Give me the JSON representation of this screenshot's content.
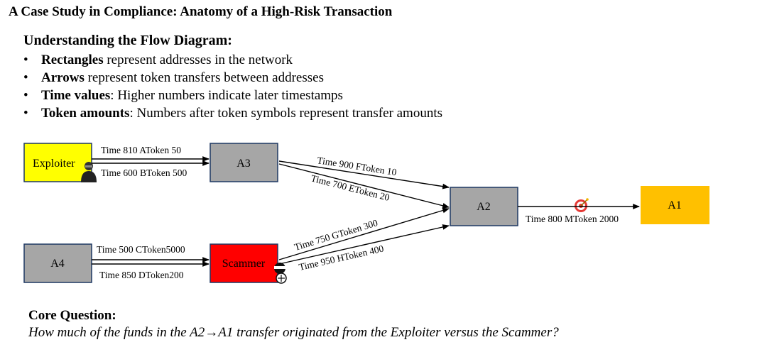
{
  "title": "A Case Study in Compliance: Anatomy of a High-Risk Transaction",
  "legend": {
    "heading": "Understanding the Flow Diagram:",
    "items": [
      {
        "term": "Rectangles",
        "text": " represent addresses in the network"
      },
      {
        "term": "Arrows",
        "text": " represent token transfers between addresses"
      },
      {
        "term": "Time values",
        "text": ": Higher numbers indicate later timestamps"
      },
      {
        "term": "Token amounts",
        "text": ": Numbers after token symbols represent transfer amounts"
      }
    ]
  },
  "nodes": {
    "exploiter": {
      "label": "Exploiter",
      "color": "#ffff00"
    },
    "a3": {
      "label": "A3",
      "color": "#a6a6a6"
    },
    "a4": {
      "label": "A4",
      "color": "#a6a6a6"
    },
    "scammer": {
      "label": "Scammer",
      "color": "#ff0000"
    },
    "a2": {
      "label": "A2",
      "color": "#a6a6a6"
    },
    "a1": {
      "label": "A1",
      "color": "#ffc000"
    }
  },
  "edges": {
    "exploiter_a3_1": "Time 810 AToken 50",
    "exploiter_a3_2": "Time 600 BToken 500",
    "a4_scammer_1": "Time 500 CToken5000",
    "a4_scammer_2": "Time 850 DToken200",
    "a3_a2_1": "Time 900 FToken 10",
    "a3_a2_2": "Time 700 EToken 20",
    "scammer_a2_1": "Time 750  GToken 300",
    "scammer_a2_2": "Time 950 HToken 400",
    "a2_a1": "Time 800 MToken 2000"
  },
  "core": {
    "heading": "Core Question:",
    "question": "How much of the funds in the A2→A1 transfer originated from the Exploiter versus the Scammer?"
  }
}
